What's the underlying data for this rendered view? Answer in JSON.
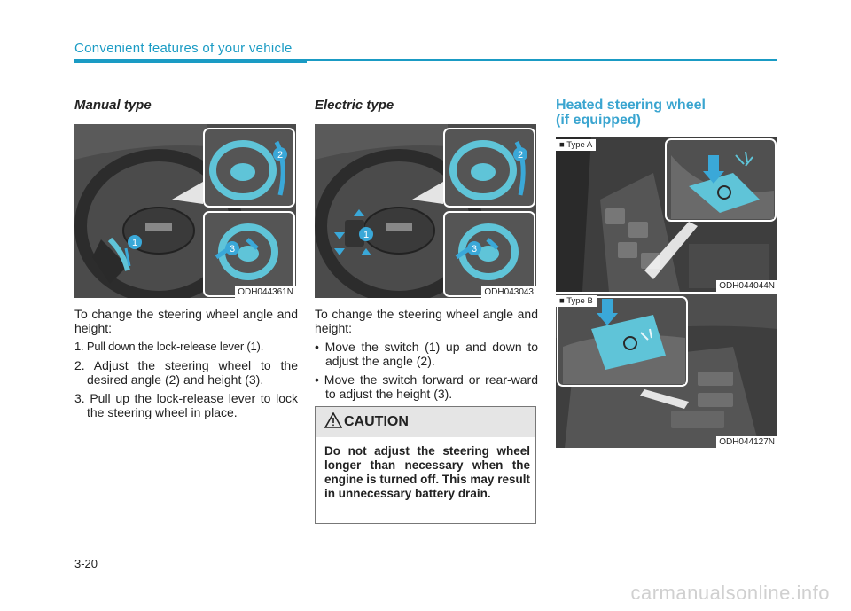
{
  "header": {
    "title": "Convenient features of your vehicle"
  },
  "manual": {
    "title": "Manual type",
    "figure_code": "ODH044361N",
    "intro": "To change the steering wheel angle and height:",
    "steps": [
      "1. Pull down the lock-release lever (1).",
      "2. Adjust the steering wheel to the desired angle (2) and height (3).",
      "3. Pull up the lock-release lever to lock the steering wheel in place."
    ],
    "callouts": [
      "1",
      "2",
      "3"
    ]
  },
  "electric": {
    "title": "Electric type",
    "figure_code": "ODH043043",
    "intro": "To change the steering wheel angle and height:",
    "bullets": [
      "• Move the switch (1) up and down to adjust the angle (2).",
      "• Move the switch forward or rear-ward to adjust the height (3)."
    ],
    "callouts": [
      "1",
      "2",
      "3"
    ]
  },
  "caution": {
    "label": "CAUTION",
    "text": "Do not adjust the steering wheel longer than necessary when the engine is turned off. This may result in unnecessary battery drain."
  },
  "heated": {
    "title_line1": "Heated steering wheel",
    "title_line2": "(if equipped)",
    "figure_a": {
      "tag": "■ Type A",
      "code": "ODH044044N"
    },
    "figure_b": {
      "tag": "■ Type B",
      "code": "ODH044127N"
    }
  },
  "footer": {
    "page_number": "3-20"
  },
  "watermark": "carmanualsonline.info",
  "colors": {
    "accent": "#1a9bc4",
    "highlight": "#5fc4d8",
    "callout": "#3aa8d8"
  }
}
